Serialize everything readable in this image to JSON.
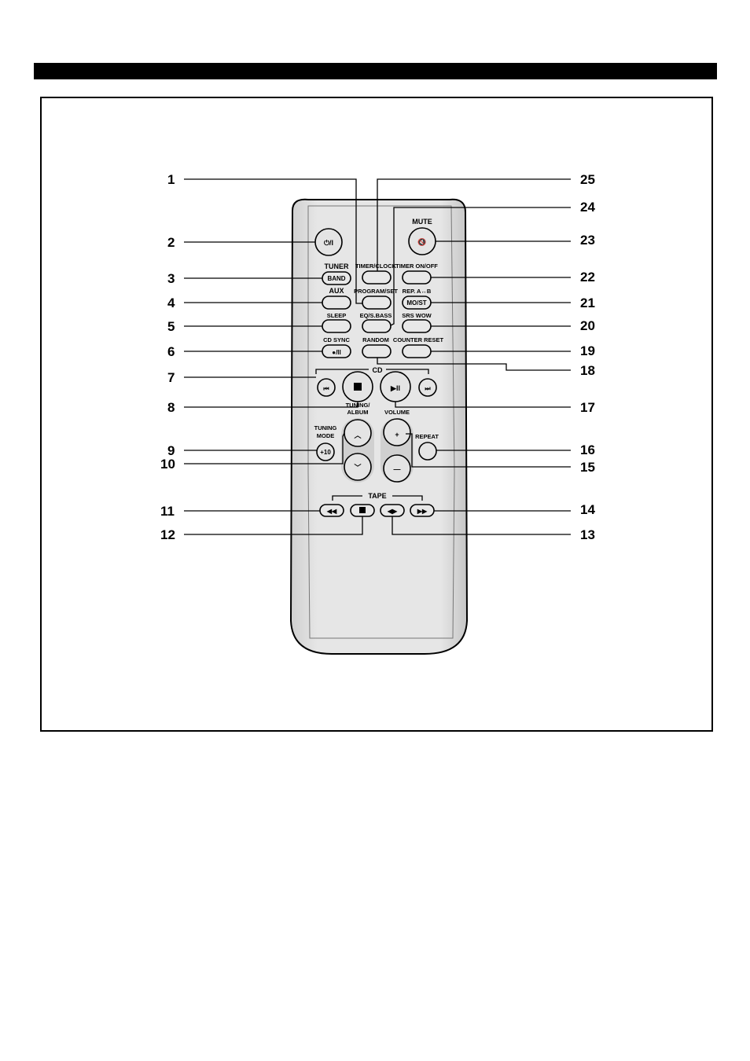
{
  "remote": {
    "labels": {
      "mute": "MUTE",
      "timer_clock": "TIMER/CLOCK",
      "timer_onoff": "TIMER ON/OFF",
      "tuner": "TUNER",
      "band": "BAND",
      "aux": "AUX",
      "program_set": "PROGRAM/SET",
      "rep_ab": "REP. A↔B",
      "mo_st": "MO/ST",
      "sleep": "SLEEP",
      "eq_sbass": "EQ/S.BASS",
      "srs_wow": "SRS WOW",
      "cd_sync": "CD SYNC",
      "random": "RANDOM",
      "counter_reset": "COUNTER RESET",
      "cd": "CD",
      "tuning_album_1": "TUNING/",
      "tuning_album_2": "ALBUM",
      "volume": "VOLUME",
      "tuning_mode_1": "TUNING",
      "tuning_mode_2": "MODE",
      "plus10": "+10",
      "repeat": "REPEAT",
      "tape": "TAPE"
    },
    "callouts": {
      "c1": "1",
      "c2": "2",
      "c3": "3",
      "c4": "4",
      "c5": "5",
      "c6": "6",
      "c7": "7",
      "c8": "8",
      "c9": "9",
      "c10": "10",
      "c11": "11",
      "c12": "12",
      "c13": "13",
      "c14": "14",
      "c15": "15",
      "c16": "16",
      "c17": "17",
      "c18": "18",
      "c19": "19",
      "c20": "20",
      "c21": "21",
      "c22": "22",
      "c23": "23",
      "c24": "24",
      "c25": "25"
    }
  },
  "colors": {
    "remote_body": "#dcdcdc",
    "button_fill": "#e6e6e6",
    "header_bar": "#000000"
  }
}
